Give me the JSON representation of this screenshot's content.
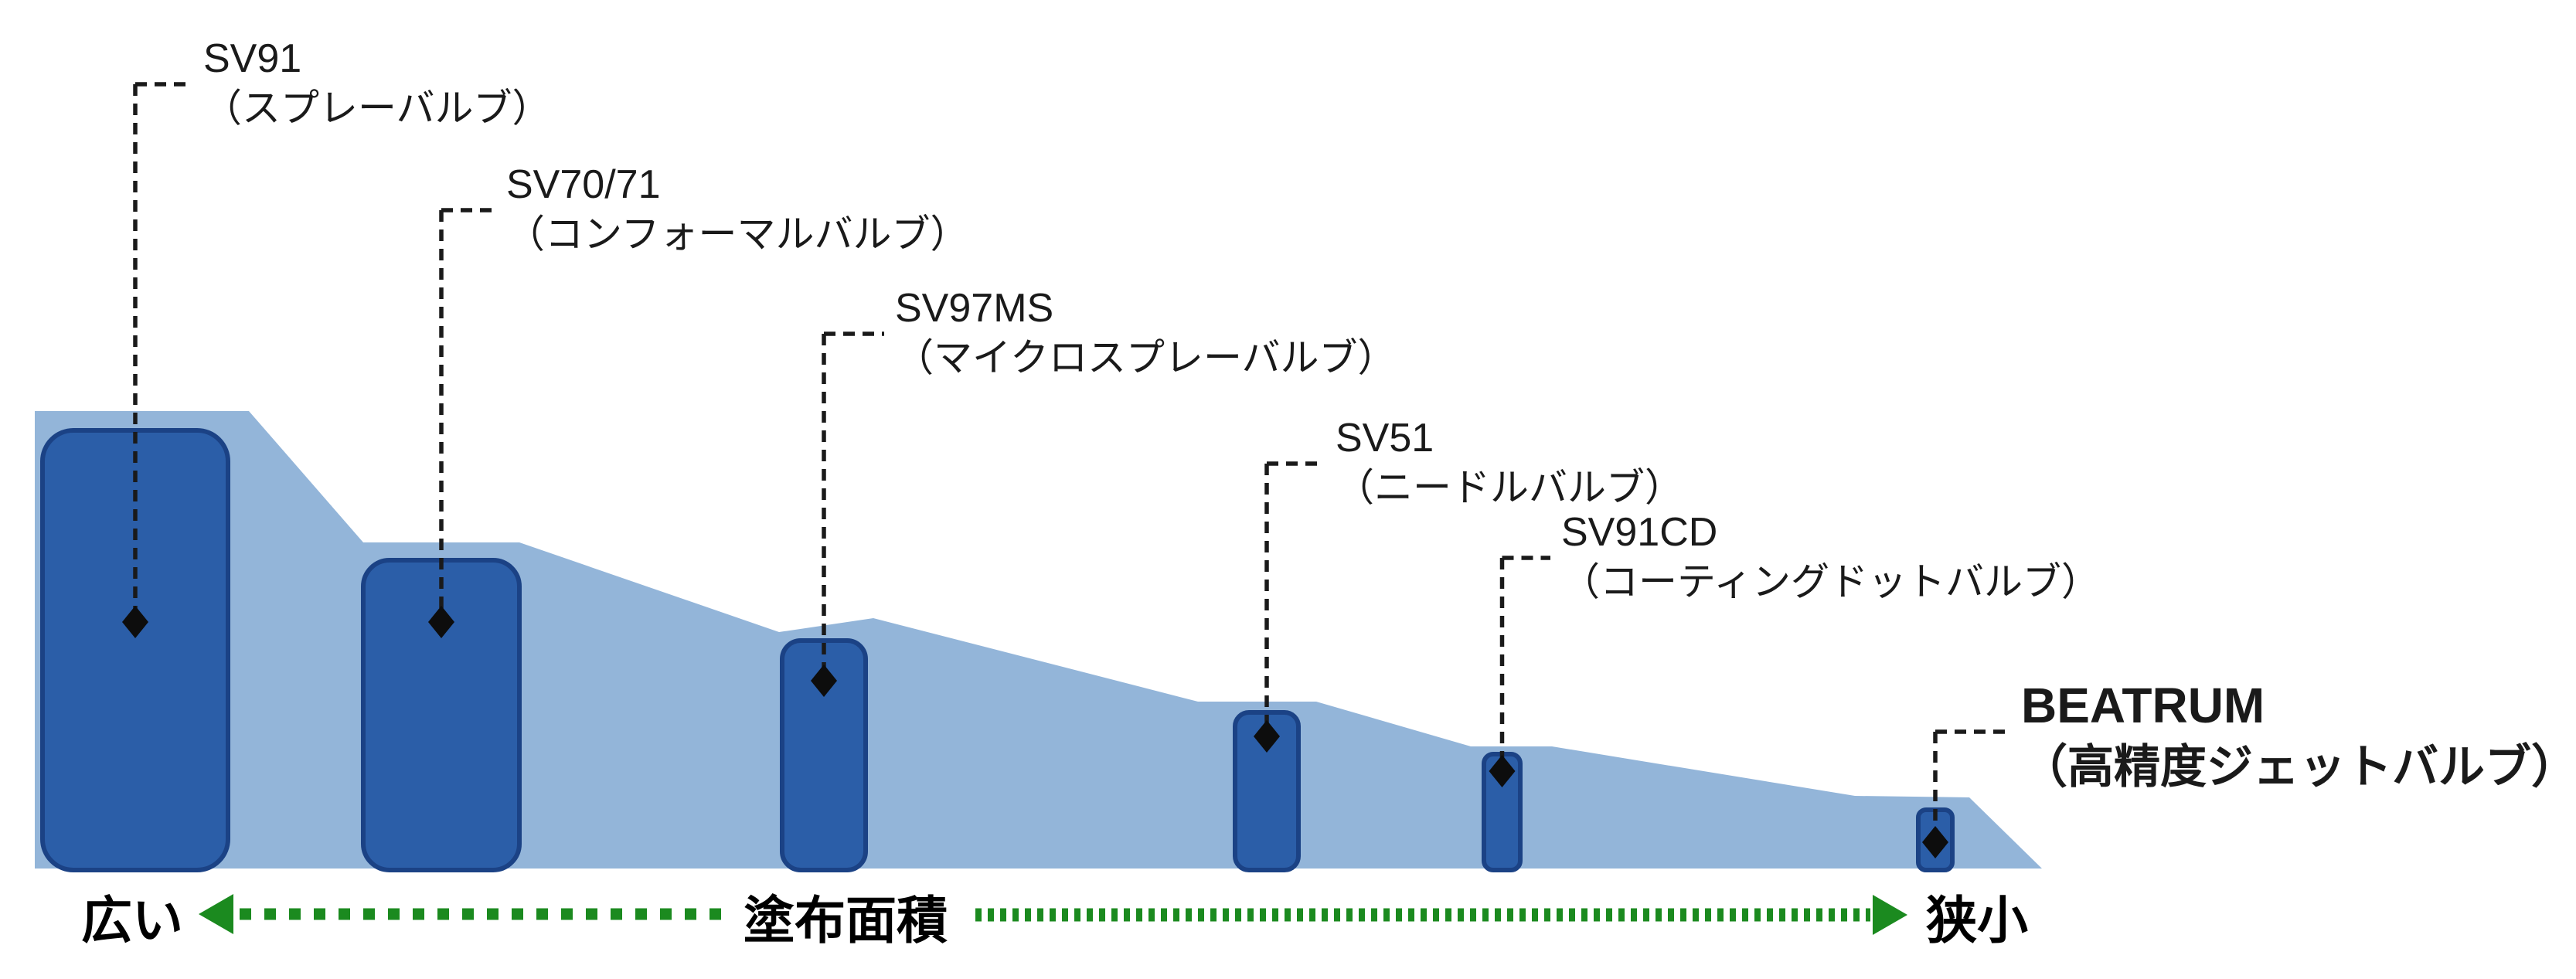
{
  "diagram": {
    "products": [
      {
        "name": "SV91",
        "type_jp": "（スプレーバルブ）",
        "highlight": false
      },
      {
        "name": "SV70/71",
        "type_jp": "（コンフォーマルバルブ）",
        "highlight": false
      },
      {
        "name": "SV97MS",
        "type_jp": "（マイクロスプレーバルブ）",
        "highlight": false
      },
      {
        "name": "SV51",
        "type_jp": "（ニードルバルブ）",
        "highlight": false
      },
      {
        "name": "SV91CD",
        "type_jp": "（コーティングドットバルブ）",
        "highlight": false
      },
      {
        "name": "BEATRUM",
        "type_jp": "（高精度ジェットバルブ）",
        "highlight": true
      }
    ],
    "axis": {
      "left_label": "広い",
      "center_label": "塗布面積",
      "right_label": "狭小"
    },
    "colors": {
      "area_fill": "#93b5d9",
      "bar_fill": "#2b5ea8",
      "bar_border": "#1b4285",
      "marker": "#0d0d0d",
      "leader": "#1a1a1a",
      "highlight_text": "#16479d",
      "arrow_green": "#1b8a1f",
      "label_text": "#1a1a1a"
    }
  }
}
